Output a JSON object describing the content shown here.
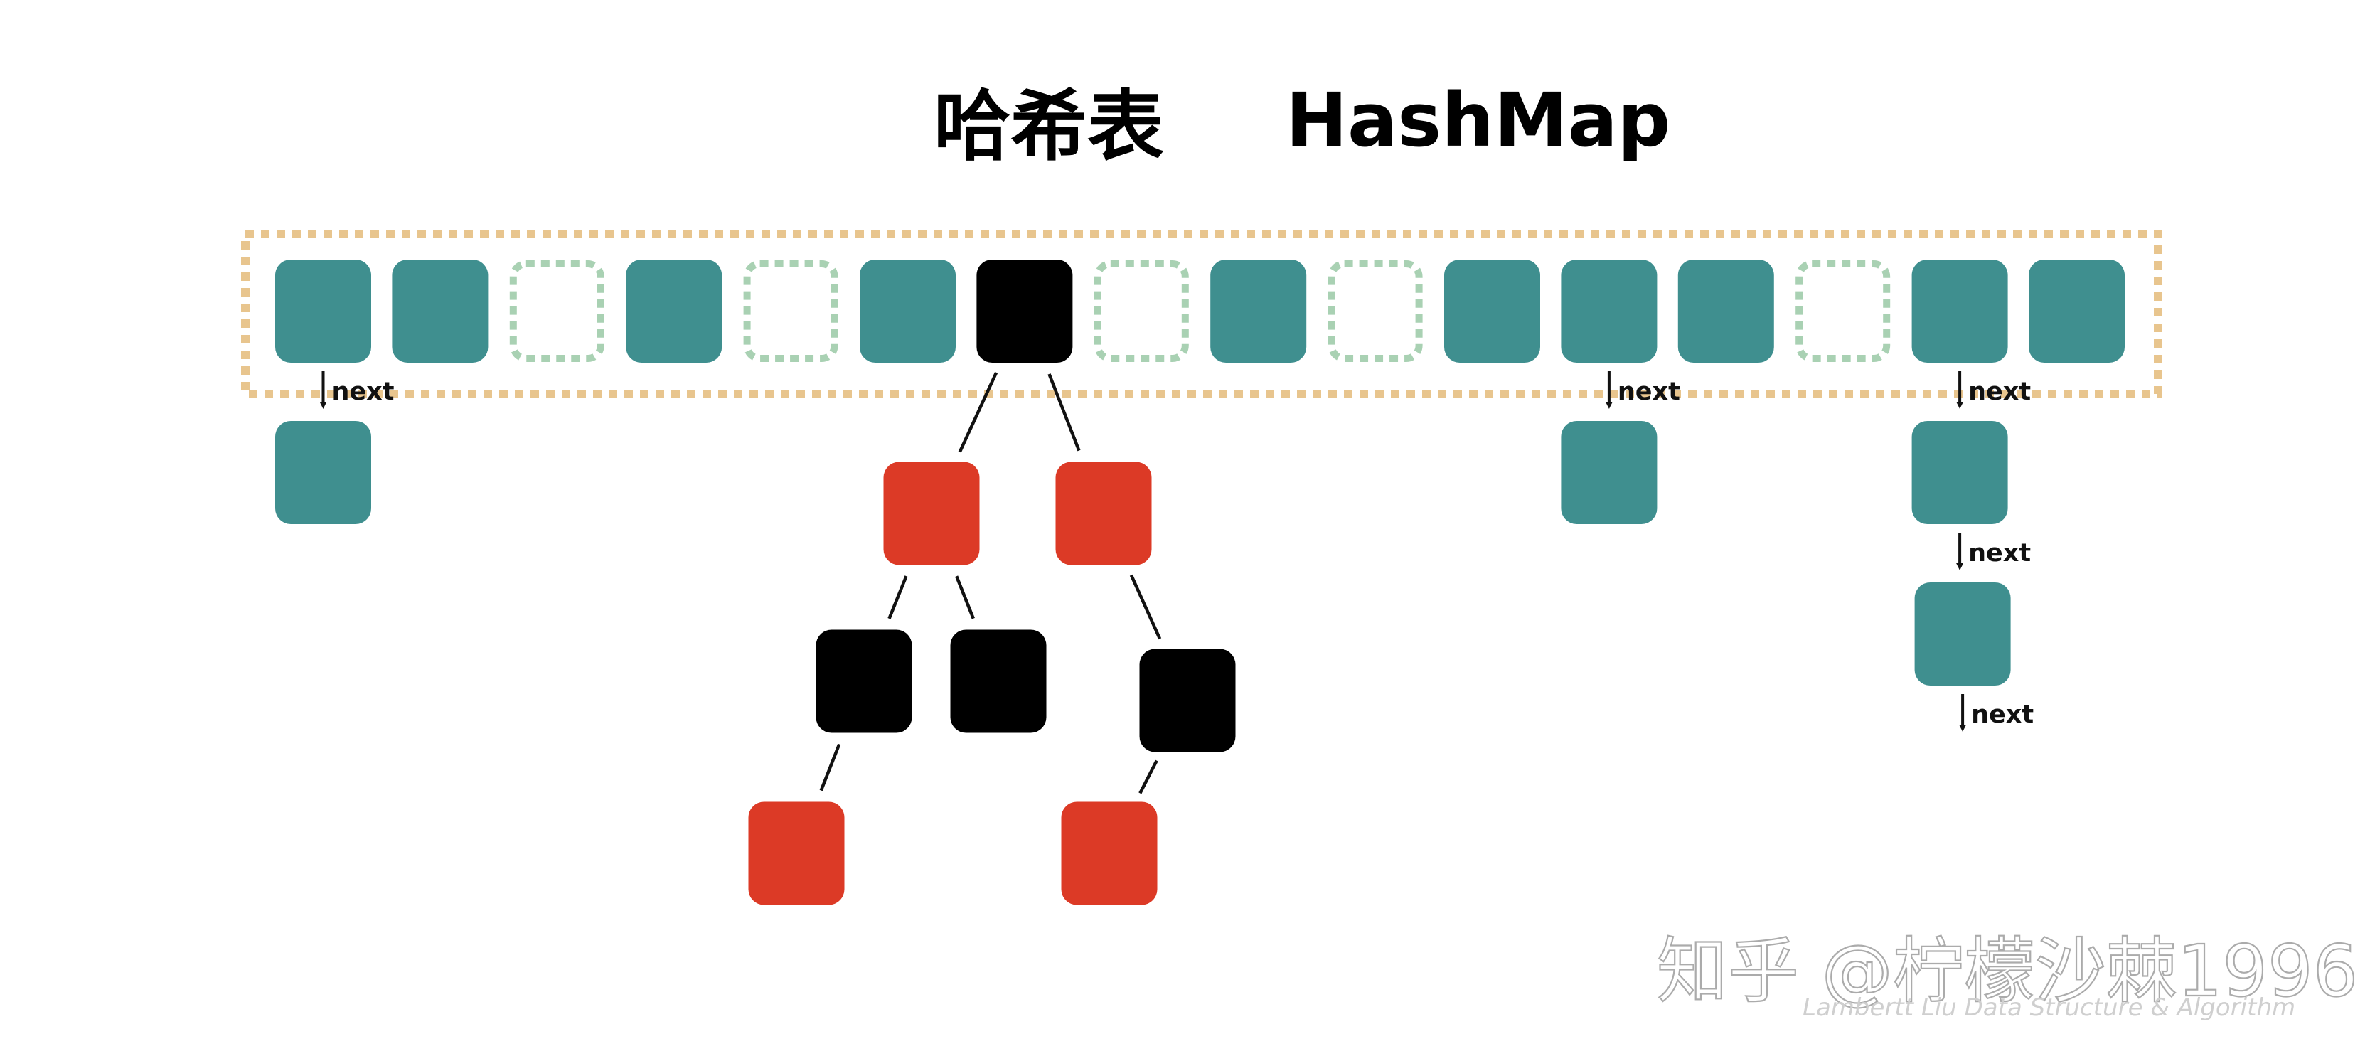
{
  "title": {
    "chinese": "哈希表",
    "english": "HashMap"
  },
  "colors": {
    "bucket_fill": "#3f8f8f",
    "empty_bucket_border": "#a9d1b3",
    "array_border": "#e8c58e",
    "red_node": "#dc3a26",
    "black_node": "#000000",
    "edge": "#111111"
  },
  "array": {
    "slots": [
      "filled",
      "filled",
      "empty",
      "filled",
      "empty",
      "filled",
      "black",
      "empty",
      "filled",
      "empty",
      "filled",
      "filled",
      "filled",
      "empty",
      "filled",
      "filled"
    ]
  },
  "linked_lists": [
    {
      "slot": 0,
      "nodes": 1,
      "trailing_next": false
    },
    {
      "slot": 11,
      "nodes": 1,
      "trailing_next": false
    },
    {
      "slot": 14,
      "nodes": 2,
      "trailing_next": true
    }
  ],
  "tree": {
    "root_slot": 6,
    "nodes": [
      {
        "id": "r1",
        "color": "red",
        "parent": "root"
      },
      {
        "id": "r2",
        "color": "red",
        "parent": "root"
      },
      {
        "id": "b1",
        "color": "black",
        "parent": "r1"
      },
      {
        "id": "b2",
        "color": "black",
        "parent": "r1"
      },
      {
        "id": "b3",
        "color": "black",
        "parent": "r2"
      },
      {
        "id": "r3",
        "color": "red",
        "parent": "b1"
      },
      {
        "id": "r4",
        "color": "red",
        "parent": "b3"
      }
    ]
  },
  "labels": {
    "next": "next"
  },
  "watermark": {
    "main": "知乎 @柠檬沙棘1996",
    "sub": "Lambertt Liu    Data Structure & Algorithm"
  }
}
